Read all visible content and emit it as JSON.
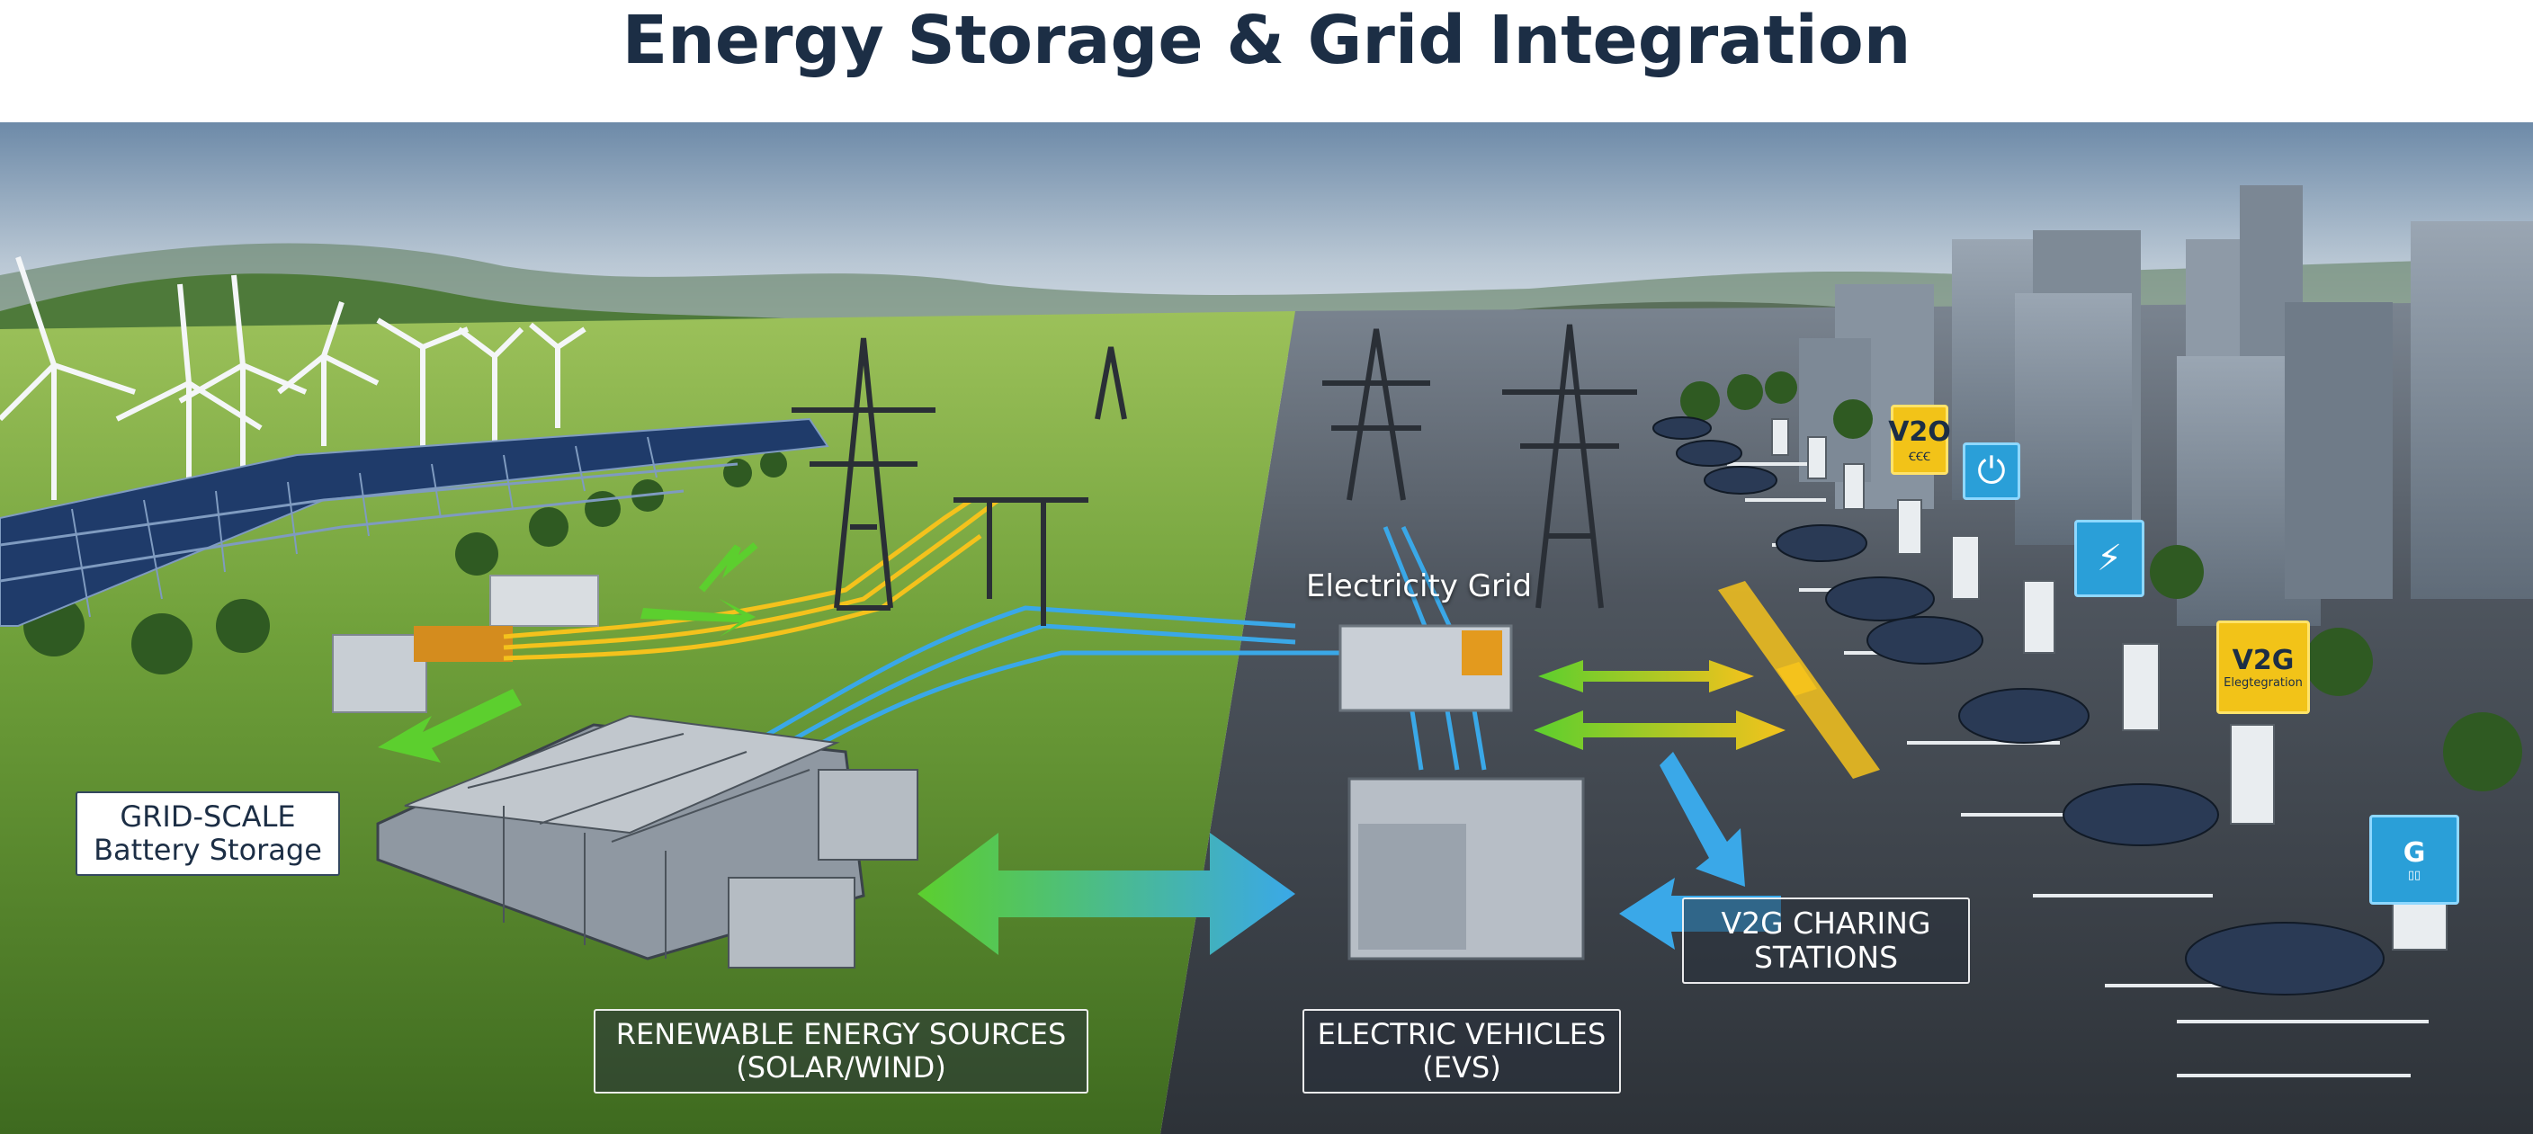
{
  "title": "Energy Storage & Grid Integration",
  "labels": {
    "grid_scale": [
      "GRID-SCALE",
      "Battery Storage"
    ],
    "renewable": [
      "RENEWABLE ENERGY SOURCES",
      "(SOLAR/WIND)"
    ],
    "electric_vehicles": [
      "ELECTRIC VEHICLES",
      "(EVS)"
    ],
    "v2g_stations": [
      "V2G CHARING",
      "STATIONS"
    ],
    "electricity_grid": "Electricity Grid"
  },
  "signs": {
    "v2o": {
      "text": "V2O",
      "sub": "ꞒꞒꞒ"
    },
    "v2g": {
      "text": "V2G",
      "sub": "Elegtegration"
    },
    "g": {
      "text": "G",
      "glyph": "▯▯"
    }
  },
  "colors": {
    "title": "#1c2e45",
    "green_flow": "#5ccf2e",
    "yellow_flow": "#f4c21c",
    "blue_flow": "#3aa8e8",
    "grass": "#6e9f3a",
    "asphalt": "#3e444c"
  }
}
